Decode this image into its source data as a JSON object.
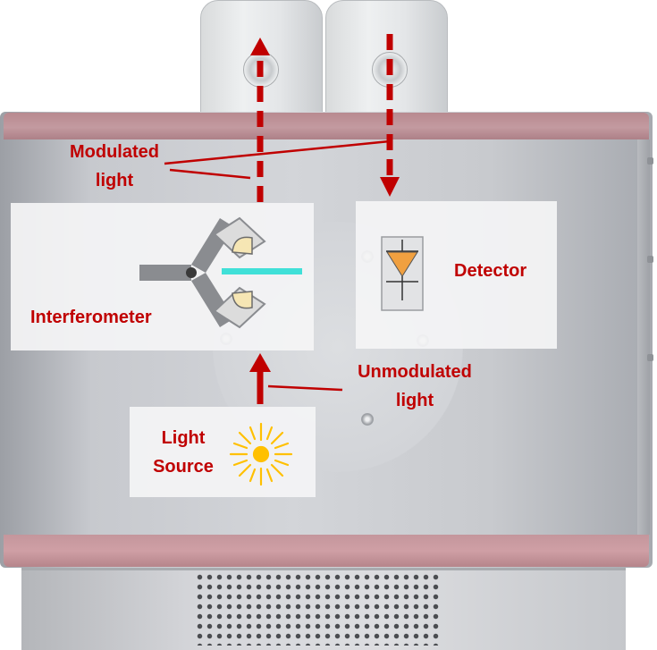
{
  "labels": {
    "modulated": [
      "Modulated",
      "light"
    ],
    "interferometer": "Interferometer",
    "detector": "Detector",
    "unmodulated": [
      "Unmodulated",
      "light"
    ],
    "light_source": [
      "Light",
      "Source"
    ]
  },
  "colors": {
    "label_red": "#c00000",
    "arrow_red": "#c00000",
    "beam_cyan": "#40e0d8",
    "detector_orange": "#f0a040",
    "sun_yellow": "#ffc000",
    "frame_pink": "#c39aa0"
  },
  "icons": {
    "light_source": "sun-icon",
    "detector": "photodiode-icon",
    "interferometer": "michelson-mirrors-icon"
  }
}
